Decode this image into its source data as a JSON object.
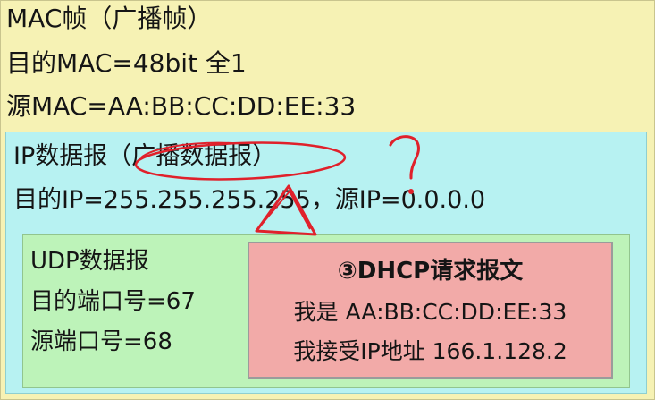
{
  "mac": {
    "title": "MAC帧（广播帧）",
    "dest": "目的MAC=48bit 全1",
    "src": "源MAC=AA:BB:CC:DD:EE:33"
  },
  "ip": {
    "title": "IP数据报（广播数据报）",
    "addrs": "目的IP=255.255.255.255，源IP=0.0.0.0"
  },
  "udp": {
    "title": "UDP数据报",
    "dest_port": "目的端口号=67",
    "src_port": "源端口号=68"
  },
  "dhcp": {
    "title": "③DHCP请求报文",
    "line1": "我是 AA:BB:CC:DD:EE:33",
    "line2": "我接受IP地址 166.1.128.2"
  },
  "colors": {
    "mac_bg": "#f6f2b4",
    "ip_bg": "#b7f2f2",
    "udp_bg": "#bdf3b9",
    "dhcp_bg": "#f2aaa8",
    "annotation": "#e0212b"
  }
}
